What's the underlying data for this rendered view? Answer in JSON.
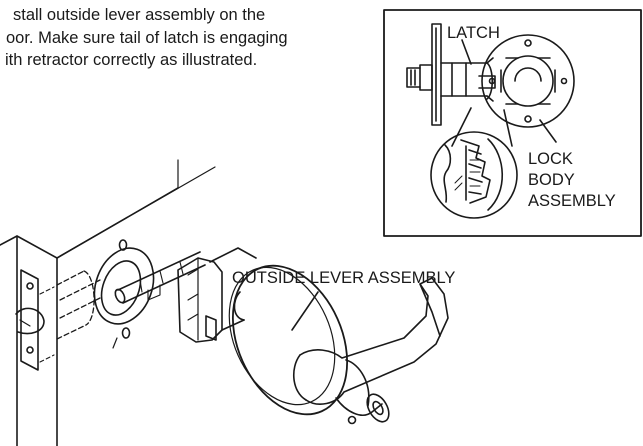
{
  "instructions": {
    "line1": "stall outside lever assembly on the",
    "line2": "oor. Make sure tail of latch is engaging",
    "line3": "ith retractor correctly as illustrated."
  },
  "inset": {
    "latch_label": "LATCH",
    "lock_label_1": "LOCK",
    "lock_label_2": "BODY",
    "lock_label_3": "ASSEMBLY"
  },
  "main": {
    "outside_lever_label": "OUTSIDE LEVER ASSEMBLY"
  }
}
